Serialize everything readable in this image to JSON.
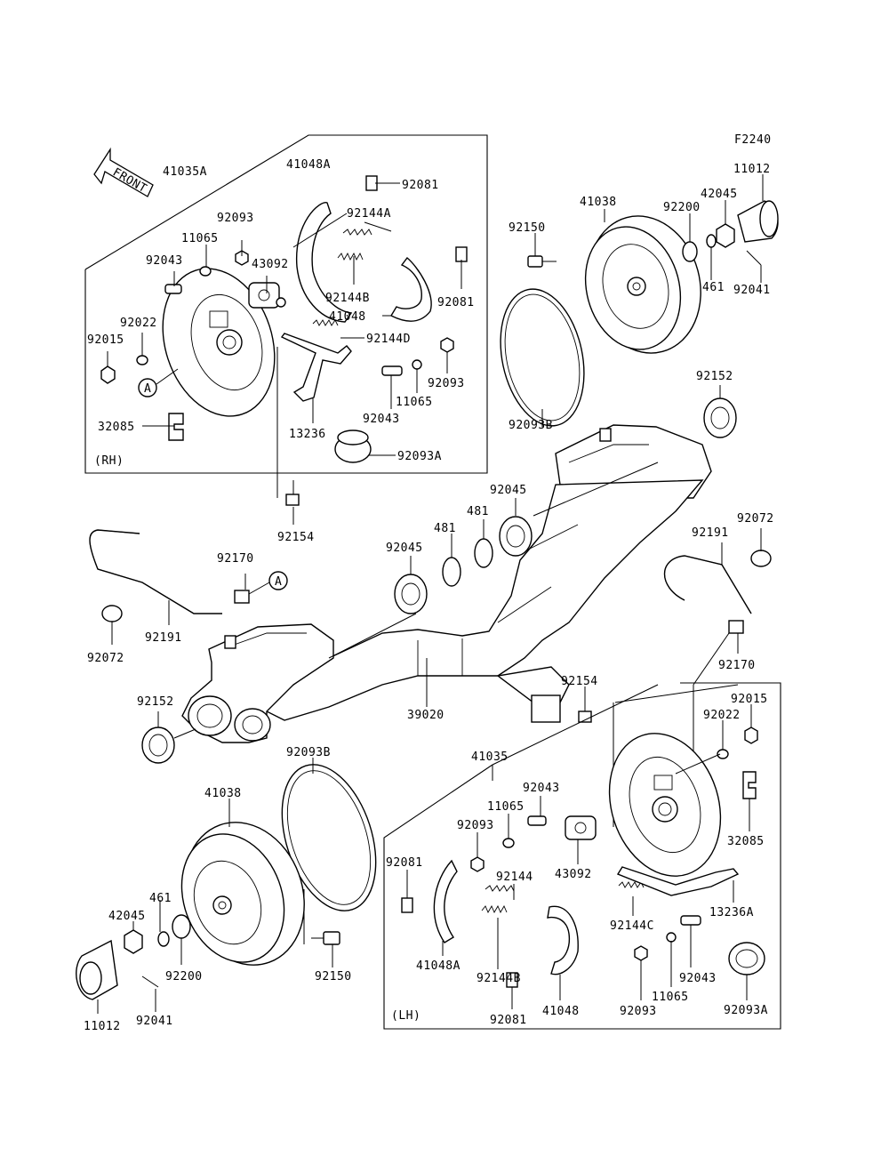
{
  "figure_code": "F2240",
  "front_arrow": {
    "text": "FRONT",
    "icon": "front-arrow-icon"
  },
  "rh_box": {
    "tag": "(RH)",
    "labels": [
      "41035A",
      "41048A",
      "92081",
      "92093",
      "11065",
      "92144A",
      "92043",
      "43092",
      "92022",
      "92015",
      "92144B",
      "92081",
      "41048",
      "92144D",
      "92093",
      "11065",
      "92043",
      "32085",
      "13236",
      "92093A"
    ]
  },
  "lh_box": {
    "tag": "(LH)",
    "labels": [
      "41035",
      "92043",
      "11065",
      "92093",
      "92081",
      "92144",
      "43092",
      "41048A",
      "92144B",
      "92144C",
      "13236A",
      "92043",
      "11065",
      "92093",
      "92081",
      "41048",
      "92093A",
      "92022",
      "92015",
      "32085"
    ]
  },
  "outside_labels": [
    "41038",
    "92150",
    "92200",
    "42045",
    "11012",
    "461",
    "92041",
    "92093B",
    "92152",
    "92045",
    "481",
    "92045",
    "481",
    "92072",
    "92191",
    "92170",
    "92154",
    "92170",
    "92191",
    "92072",
    "92152",
    "39020",
    "92154",
    "92093B",
    "41038",
    "461",
    "42045",
    "92200",
    "92150",
    "11012",
    "92041"
  ],
  "callout_A": "A"
}
